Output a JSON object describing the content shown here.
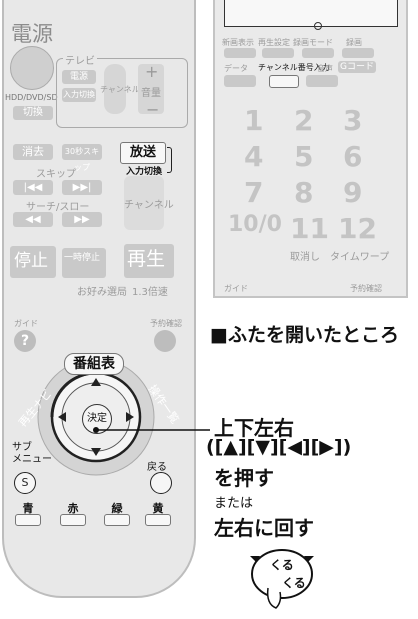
{
  "remote": {
    "power_label": "電源",
    "tv_label": "テレビ",
    "tv_power": "電源",
    "tv_input": "入力切換",
    "channel_label": "チャンネル",
    "volume_label": "音量",
    "hdd_dvd_sd": "HDD/DVD/SD",
    "switch_label": "切換",
    "erase": "消去",
    "skip_30s": "30秒スキップ",
    "broadcast": "放送",
    "input_switch": "入力切換",
    "skip_label": "スキップ",
    "search_slow": "サーチ/スロー",
    "channel_label2": "チャンネル",
    "stop": "停止",
    "pause": "一時停止",
    "play": "再生",
    "favorite_scene": "お好み選局",
    "speed_13": "1.3倍速",
    "guide": "ガイド",
    "reserve_confirm": "予約確認",
    "program_guide": "番組表",
    "playback_nav": "再生ナビ",
    "ops_list": "操作一覧",
    "enter": "決定",
    "sub_menu_1": "サブ",
    "sub_menu_2": "メニュー",
    "sub_s": "S",
    "back": "戻る",
    "blue": "青",
    "red": "赤",
    "green": "緑",
    "yellow": "黄"
  },
  "inner": {
    "new_display": "新画表示",
    "play_setting": "再生設定",
    "rec_mode": "録画モード",
    "record": "録画",
    "data": "データ",
    "channel_num_input": "チャンネル番号入力",
    "audio": "音声",
    "gcode": "Gコード",
    "keys": [
      "1",
      "2",
      "3",
      "4",
      "5",
      "6",
      "7",
      "8",
      "9",
      "10/0",
      "11",
      "12"
    ],
    "cancel": "取消し",
    "time_warp": "タイムワープ",
    "guide": "ガイド",
    "reserve_confirm": "予約確認"
  },
  "caption": {
    "lid_open": "■ふたを開いたところ",
    "line1": "上下左右",
    "line2": "([▲][▼][◀][▶])",
    "line3": "を押す",
    "or": "または",
    "line4": "左右に回す",
    "kuru1": "くる",
    "kuru2": "くる"
  }
}
